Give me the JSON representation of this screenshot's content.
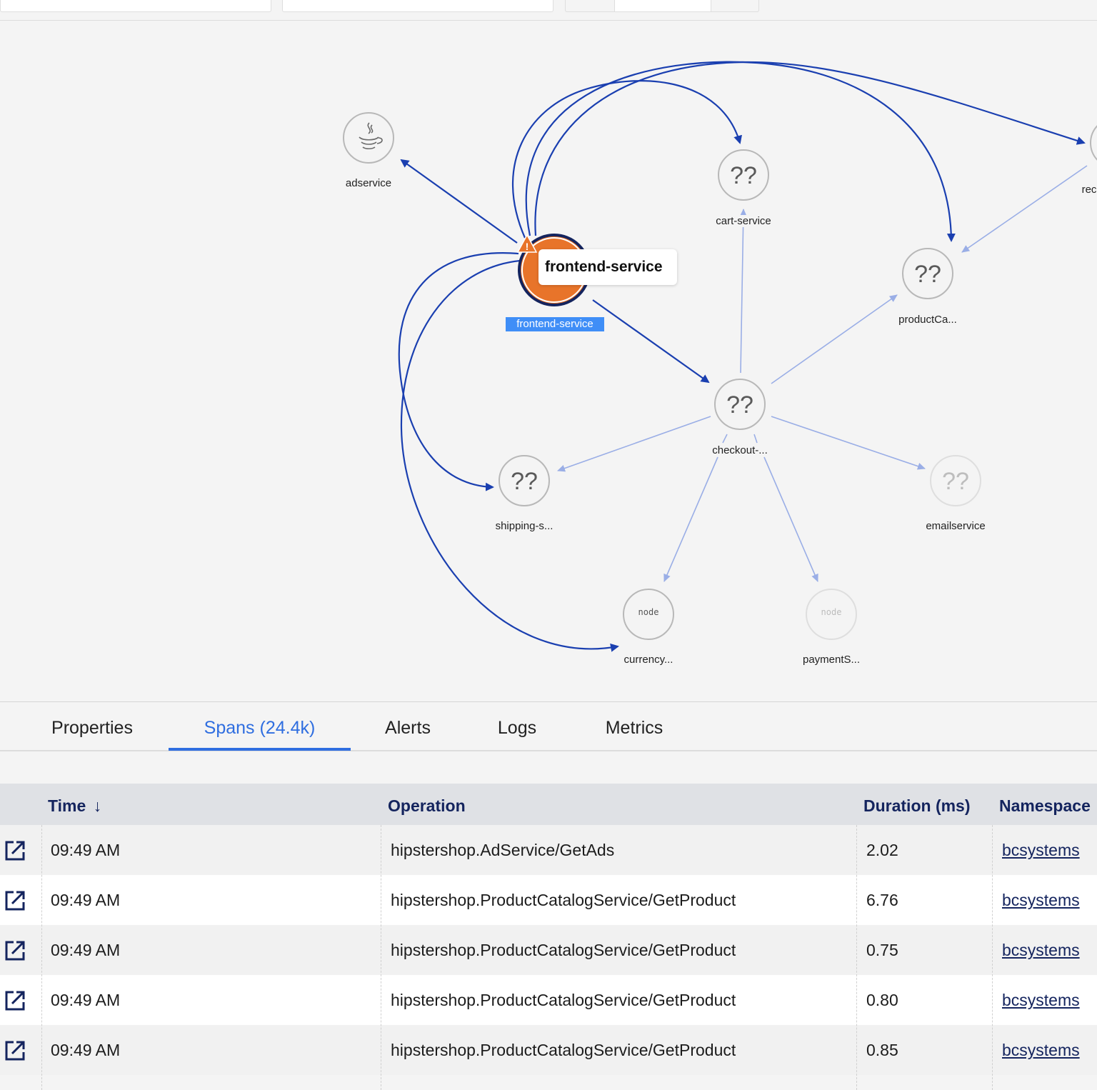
{
  "graph": {
    "selected_node": "frontend-service",
    "tooltip": "frontend-service",
    "nodes": [
      {
        "id": "adservice",
        "label": "adservice",
        "icon": "java-icon"
      },
      {
        "id": "cart",
        "label": "cart-service",
        "icon": "??"
      },
      {
        "id": "recommendation",
        "label": "rec",
        "icon": "??"
      },
      {
        "id": "productcatalog",
        "label": "productCa...",
        "icon": "??"
      },
      {
        "id": "frontend",
        "label": "frontend-service",
        "icon": "warning-icon"
      },
      {
        "id": "checkout",
        "label": "checkout-...",
        "icon": "??"
      },
      {
        "id": "shipping",
        "label": "shipping-s...",
        "icon": "??"
      },
      {
        "id": "email",
        "label": "emailservice",
        "icon": "??"
      },
      {
        "id": "currency",
        "label": "currency...",
        "icon": "node"
      },
      {
        "id": "payment",
        "label": "paymentS...",
        "icon": "node"
      }
    ],
    "unknown_glyph": "??",
    "node_glyph": "node",
    "colors": {
      "edge_active": "#1a3fb0",
      "edge_faded": "#9aaee6",
      "selected": "#e8742a",
      "selected_ring": "#14245e"
    }
  },
  "tabs": [
    {
      "label": "Properties",
      "active": false
    },
    {
      "label": "Spans (24.4k)",
      "active": true
    },
    {
      "label": "Alerts",
      "active": false
    },
    {
      "label": "Logs",
      "active": false
    },
    {
      "label": "Metrics",
      "active": false
    }
  ],
  "table": {
    "columns": {
      "time": "Time",
      "sort_arrow": "↓",
      "operation": "Operation",
      "duration": "Duration (ms)",
      "namespace": "Namespace"
    },
    "rows": [
      {
        "time": "09:49 AM",
        "operation": "hipstershop.AdService/GetAds",
        "duration": "2.02",
        "namespace": "bcsystems"
      },
      {
        "time": "09:49 AM",
        "operation": "hipstershop.ProductCatalogService/GetProduct",
        "duration": "6.76",
        "namespace": "bcsystems"
      },
      {
        "time": "09:49 AM",
        "operation": "hipstershop.ProductCatalogService/GetProduct",
        "duration": "0.75",
        "namespace": "bcsystems"
      },
      {
        "time": "09:49 AM",
        "operation": "hipstershop.ProductCatalogService/GetProduct",
        "duration": "0.80",
        "namespace": "bcsystems"
      },
      {
        "time": "09:49 AM",
        "operation": "hipstershop.ProductCatalogService/GetProduct",
        "duration": "0.85",
        "namespace": "bcsystems"
      }
    ]
  }
}
